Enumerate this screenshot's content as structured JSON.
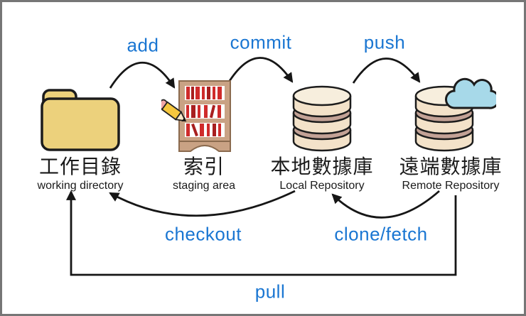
{
  "nodes": [
    {
      "id": "working-directory",
      "title_zh": "工作目錄",
      "subtitle_en": "working directory",
      "icon": "folder-icon"
    },
    {
      "id": "staging-area",
      "title_zh": "索引",
      "subtitle_en": "staging area",
      "icon": "bookshelf-pencil-icon"
    },
    {
      "id": "local-repository",
      "title_zh": "本地數據庫",
      "subtitle_en": "Local Repository",
      "icon": "database-icon"
    },
    {
      "id": "remote-repository",
      "title_zh": "遠端數據庫",
      "subtitle_en": "Remote Repository",
      "icon": "database-cloud-icon"
    }
  ],
  "edges": [
    {
      "label": "add",
      "from": "working-directory",
      "to": "staging-area"
    },
    {
      "label": "commit",
      "from": "staging-area",
      "to": "local-repository"
    },
    {
      "label": "push",
      "from": "local-repository",
      "to": "remote-repository"
    },
    {
      "label": "checkout",
      "from": "local-repository",
      "to": "working-directory"
    },
    {
      "label": "clone/fetch",
      "from": "remote-repository",
      "to": "local-repository"
    },
    {
      "label": "pull",
      "from": "remote-repository",
      "to": "working-directory"
    }
  ],
  "colors": {
    "accent_blue": "#1a76d2",
    "arrow": "#161616",
    "text": "#1a1a1a",
    "border_gray": "#767676",
    "folder_fill": "#ecd17c",
    "shelf_fill": "#c9a284",
    "shelf_stroke": "#8a6a4e",
    "book_red": "#cf2b2b",
    "book_red_dark": "#a81f1f",
    "db_top": "#f7eedd",
    "db_side": "#f3e2c9",
    "db_band": "#c3a296",
    "cloud_blue": "#a7d9e9",
    "pencil_yellow": "#f6c73e",
    "pencil_eraser": "#f2a6a6",
    "pencil_wood": "#fbe9c9"
  }
}
